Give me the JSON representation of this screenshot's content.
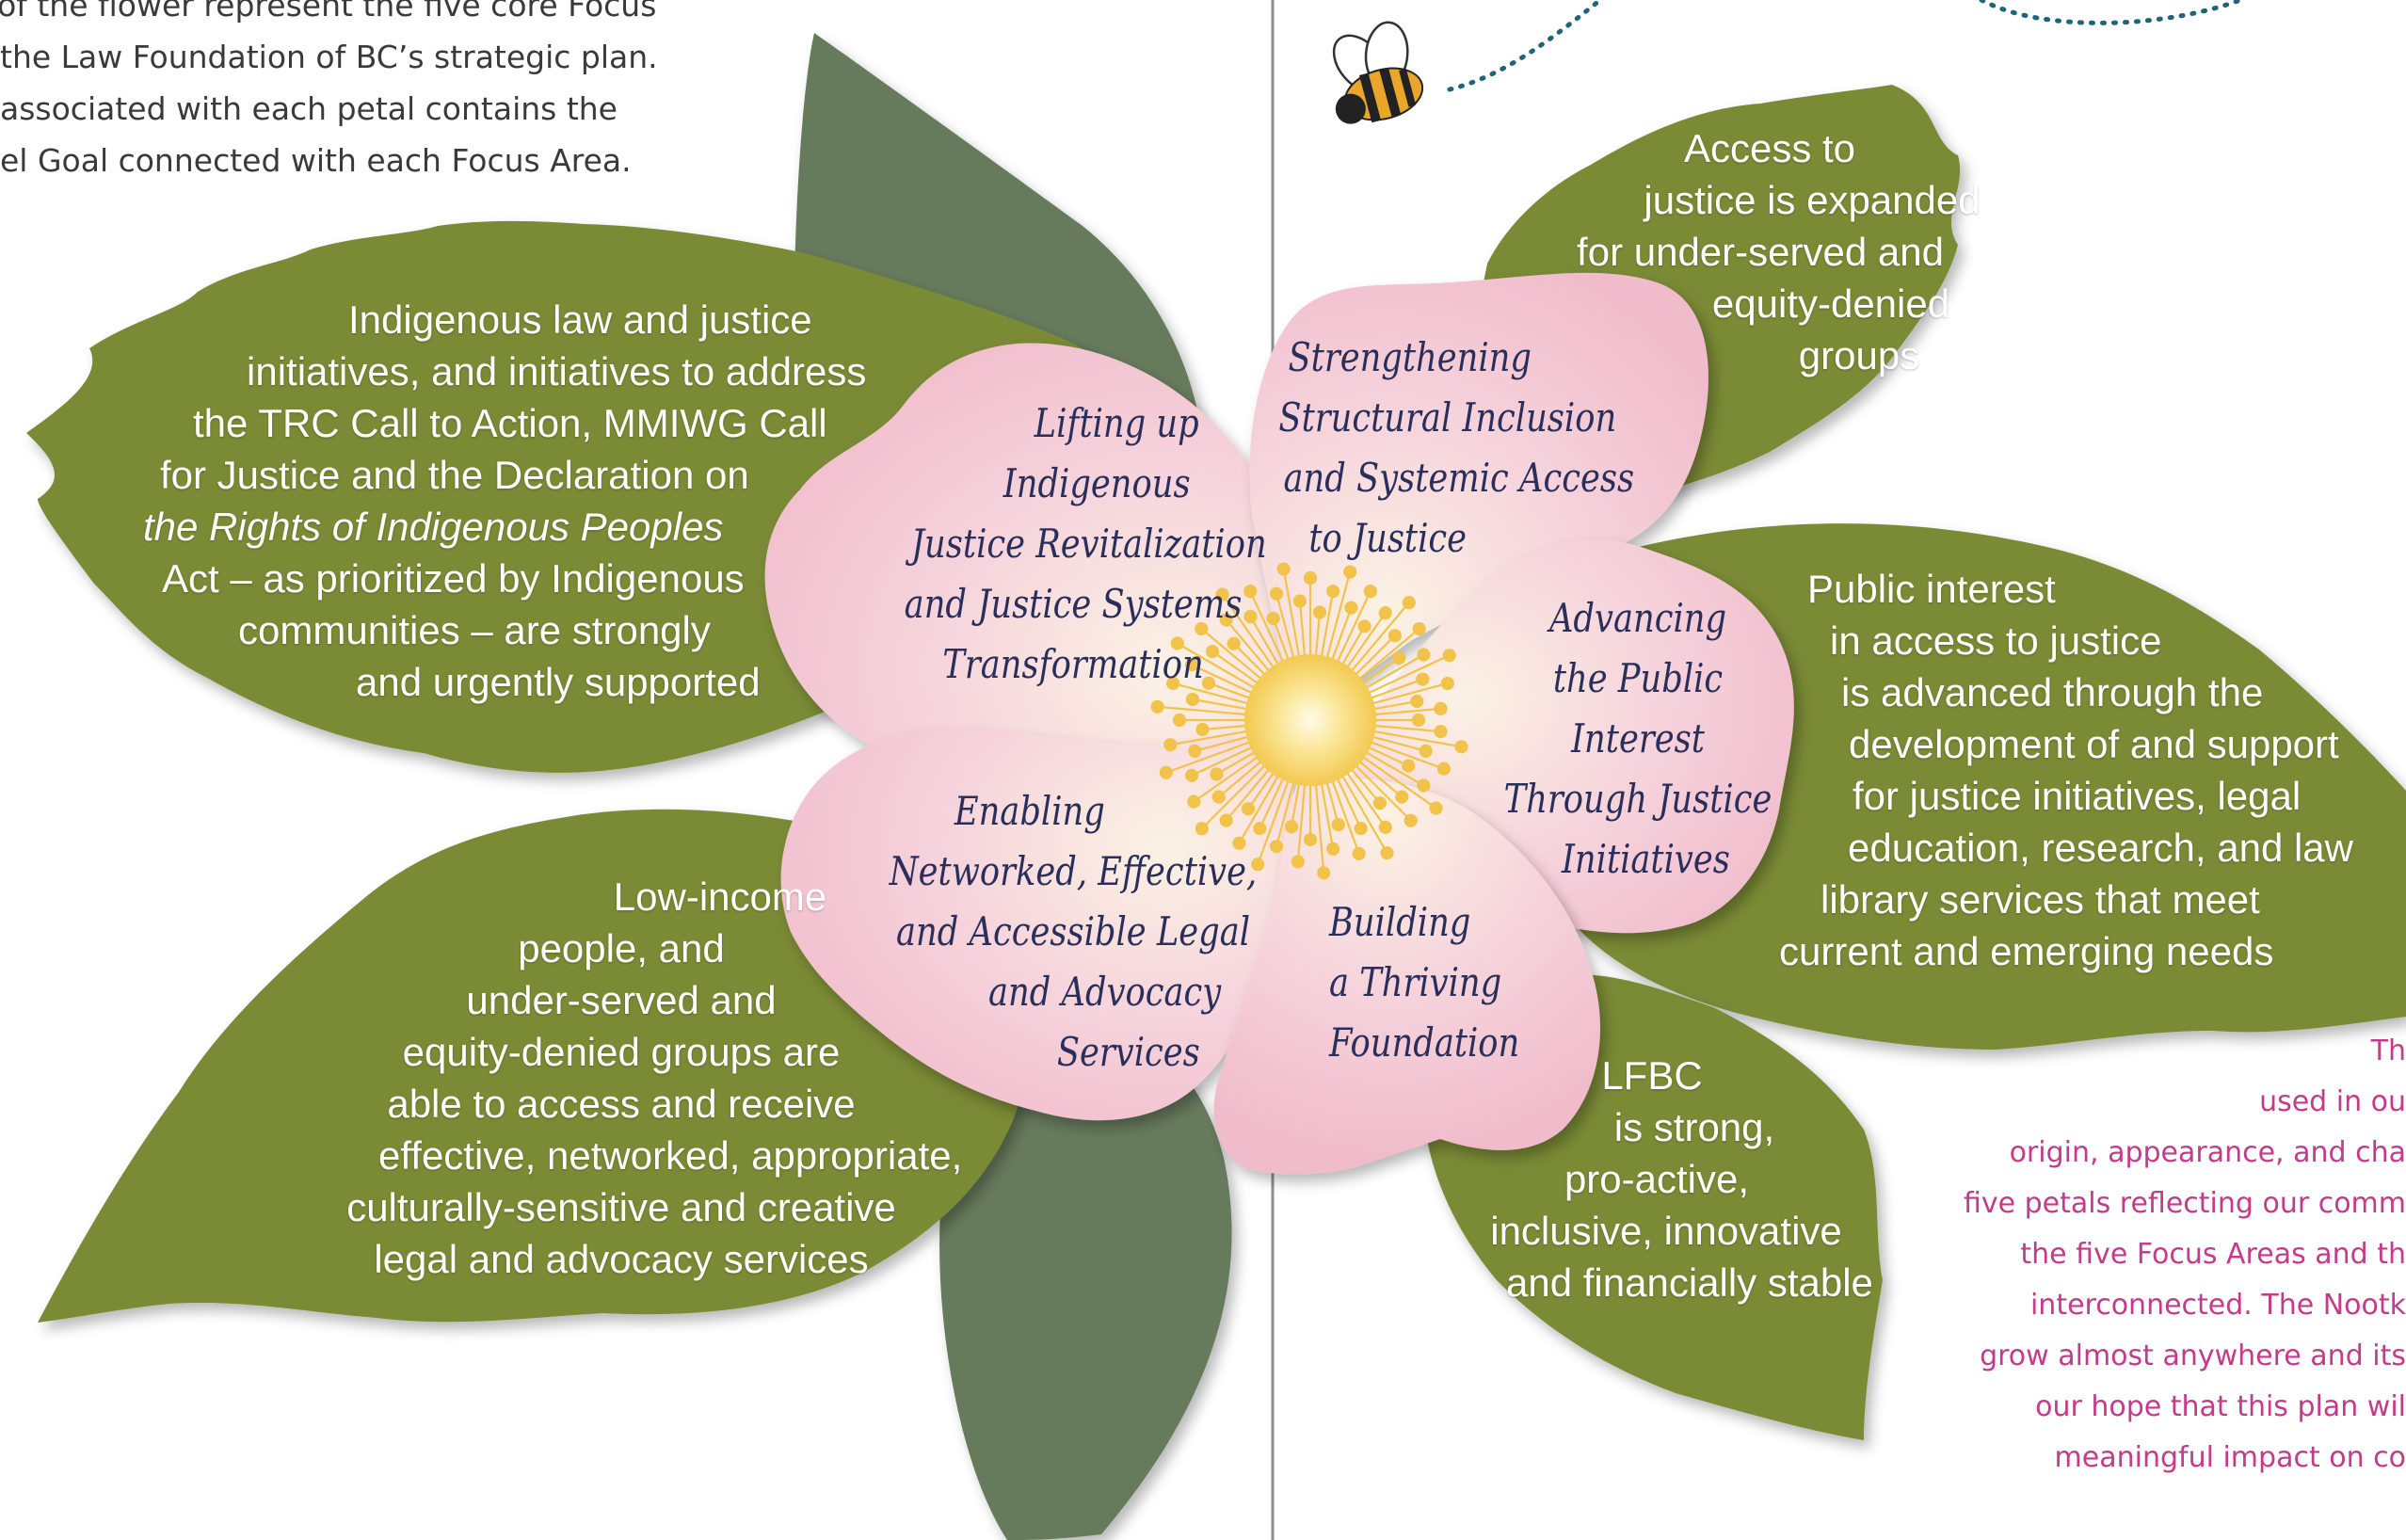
{
  "intro": {
    "lines": [
      "als of the flower represent the five core Focus",
      "the Law Foundation of BC’s strategic plan.",
      "associated with each petal contains the",
      "el Goal connected with each Focus Area."
    ]
  },
  "leaves": {
    "indigenous": {
      "lines": [
        "Indigenous law and justice",
        "initiatives, and initiatives to address",
        "the TRC Call to Action, MMIWG Call",
        "for Justice and the Declaration on",
        "the Rights of Indigenous Peoples",
        "Act – as prioritized by Indigenous",
        "communities – are strongly",
        "and urgently supported"
      ]
    },
    "low_income": {
      "lines": [
        "Low-income",
        "people, and",
        "under-served and",
        "equity-denied groups are",
        "able to access and receive",
        "effective, networked, appropriate,",
        "culturally-sensitive and creative",
        "legal and advocacy services"
      ]
    },
    "access": {
      "lines": [
        "Access to",
        "justice is expanded",
        "for under-served and",
        "equity-denied",
        "groups"
      ]
    },
    "public_interest": {
      "lines": [
        "Public interest",
        "in access to justice",
        "is advanced through the",
        "development of and support",
        "for justice initiatives, legal",
        "education, research, and law",
        "library services that meet",
        "current and emerging needs"
      ]
    },
    "lfbc": {
      "lines": [
        "LFBC",
        "is strong,",
        "pro-active,",
        "inclusive, innovative",
        "and financially stable"
      ]
    }
  },
  "petals": {
    "indigenous": {
      "lines": [
        "Lifting up",
        "Indigenous",
        "Justice Revitalization",
        "and Justice Systems",
        "Transformation"
      ]
    },
    "structural": {
      "lines": [
        "Strengthening",
        "Structural Inclusion",
        "and Systemic Access",
        "to Justice"
      ]
    },
    "public_interest": {
      "lines": [
        "Advancing",
        "the Public",
        "Interest",
        "Through Justice",
        "Initiatives"
      ]
    },
    "networked": {
      "lines": [
        "Enabling",
        "Networked, Effective,",
        "and Accessible Legal",
        "and Advocacy",
        "Services"
      ]
    },
    "foundation": {
      "lines": [
        "Building",
        "a Thriving",
        "Foundation"
      ]
    }
  },
  "side_text": {
    "lines": [
      "Th",
      "used in ou",
      "origin, appearance, and cha",
      "five petals reflecting our comm",
      "the five Focus Areas and th",
      "interconnected. The Nootk",
      "grow almost anywhere and its",
      "our hope that this plan wil",
      "meaningful impact on co"
    ]
  },
  "colors": {
    "leaf_green": "#7a8a34",
    "dark_leaf": "#667a5c",
    "petal_pink": "#f2c2cf",
    "petal_text": "#2a2e5a",
    "accent_magenta": "#c33b8a",
    "stamen_yellow": "#f2c34b"
  },
  "icons": [
    "bee-icon"
  ]
}
